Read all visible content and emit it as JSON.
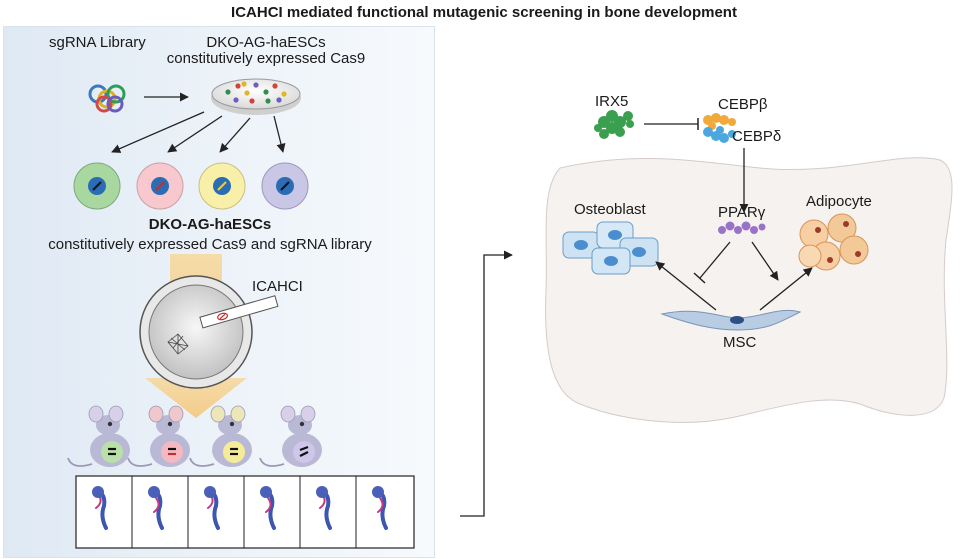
{
  "title": "ICAHCI mediated functional mutagenic screening in bone development",
  "left": {
    "sgrna_library": "sgRNA Library",
    "dko_line1": "DKO-AG-haESCs",
    "dko_line2": "constitutively expressed Cas9",
    "cells_title": "DKO-AG-haESCs",
    "cells_subtitle": "constitutively expressed Cas9 and sgRNA library",
    "icahci": "ICAHCI",
    "cell_colors": [
      "#a8d8a0",
      "#f7c9cf",
      "#f8f0a8",
      "#c9c6e6"
    ],
    "mouse_colors": [
      "#b8e0a8",
      "#f4b8c0",
      "#f4ec98",
      "#cfc6ea"
    ]
  },
  "right": {
    "irx5": "IRX5",
    "cebpb": "CEBPβ",
    "cebpd": "CEBPδ",
    "pparg": "PPARγ",
    "osteoblast": "Osteoblast",
    "adipocyte": "Adipocyte",
    "msc": "MSC"
  }
}
